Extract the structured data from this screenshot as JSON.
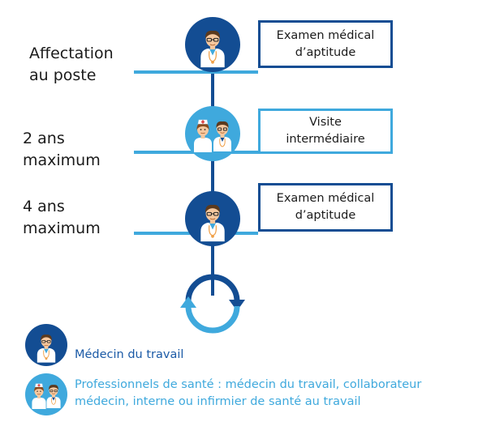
{
  "colors": {
    "dark_blue": "#134d93",
    "light_blue": "#3fa9dd",
    "doctor_label": "#1b5aa6",
    "professionals_label": "#3fa9dd"
  },
  "stages": [
    {
      "label_line1": "Affectation",
      "label_line2": "au poste",
      "box_line1": "Examen médical",
      "box_line2": "d’aptitude",
      "icon": "doctor-icon"
    },
    {
      "label_line1": "2 ans",
      "label_line2": "maximum",
      "box_line1": "Visite",
      "box_line2": "intermédiaire",
      "icon": "health-professionals-icon"
    },
    {
      "label_line1": "4 ans",
      "label_line2": "maximum",
      "box_line1": "Examen médical",
      "box_line2": "d’aptitude",
      "icon": "doctor-icon"
    }
  ],
  "cycle_icon": "refresh-cycle-icon",
  "legend": {
    "doctor": {
      "text": "Médecin du travail",
      "icon": "doctor-icon"
    },
    "professionals": {
      "line1": "Professionnels de santé : médecin du travail, collaborateur",
      "line2": "médecin, interne ou infirmier de santé au travail",
      "icon": "health-professionals-icon"
    }
  }
}
